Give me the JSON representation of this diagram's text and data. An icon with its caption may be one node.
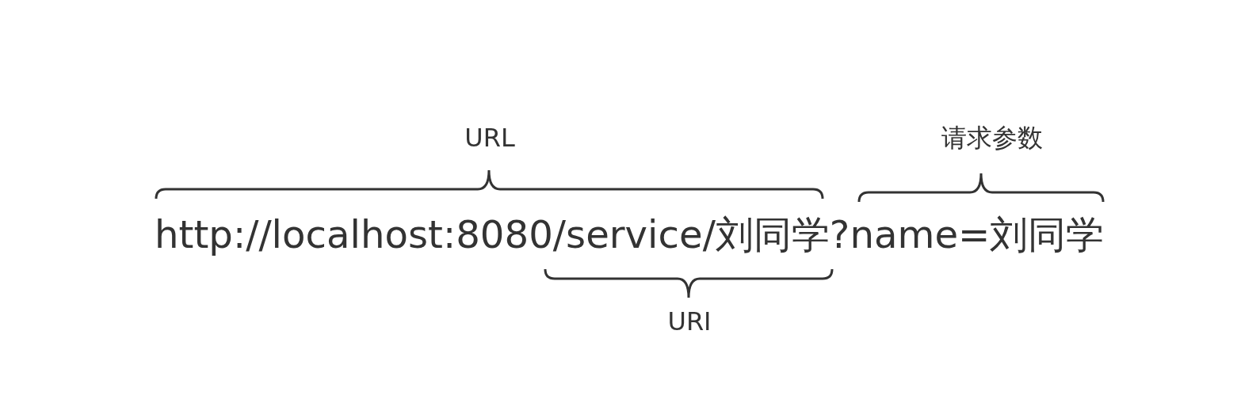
{
  "diagram": {
    "labels": [
      "URL",
      "请求参数",
      "http://localhost:8080/service/刘同学?name=刘同学",
      "URI"
    ]
  }
}
